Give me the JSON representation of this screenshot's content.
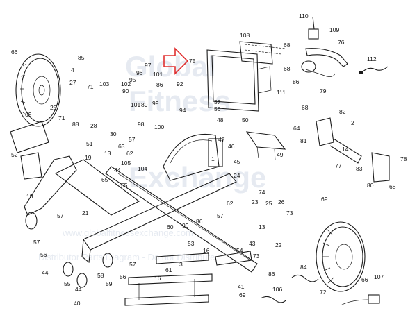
{
  "watermark": {
    "line1": "Global",
    "line2": "Fitness",
    "line3": "Exchange",
    "line4": "www.globalfitnessexchange.com",
    "line5": "Distributor Parts Diagram - Do not Distribute"
  },
  "callout": {
    "number": "75",
    "arrow_color": "#e03030"
  },
  "labels": [
    {
      "id": "66a",
      "text": "66"
    },
    {
      "id": "85",
      "text": "85"
    },
    {
      "id": "4a",
      "text": "4"
    },
    {
      "id": "97",
      "text": "97"
    },
    {
      "id": "96",
      "text": "96"
    },
    {
      "id": "95",
      "text": "95"
    },
    {
      "id": "101a",
      "text": "101"
    },
    {
      "id": "103",
      "text": "103"
    },
    {
      "id": "102",
      "text": "102"
    },
    {
      "id": "90",
      "text": "90"
    },
    {
      "id": "71a",
      "text": "71"
    },
    {
      "id": "27",
      "text": "27"
    },
    {
      "id": "25a",
      "text": "25"
    },
    {
      "id": "86a",
      "text": "86"
    },
    {
      "id": "92",
      "text": "92"
    },
    {
      "id": "94",
      "text": "94"
    },
    {
      "id": "101b",
      "text": "101"
    },
    {
      "id": "89",
      "text": "89"
    },
    {
      "id": "99a",
      "text": "99"
    },
    {
      "id": "98",
      "text": "98"
    },
    {
      "id": "100",
      "text": "100"
    },
    {
      "id": "69a",
      "text": "69"
    },
    {
      "id": "71b",
      "text": "71"
    },
    {
      "id": "88",
      "text": "88"
    },
    {
      "id": "28",
      "text": "28"
    },
    {
      "id": "30",
      "text": "30"
    },
    {
      "id": "57a",
      "text": "57"
    },
    {
      "id": "63",
      "text": "63"
    },
    {
      "id": "62a",
      "text": "62"
    },
    {
      "id": "52",
      "text": "52"
    },
    {
      "id": "51",
      "text": "51"
    },
    {
      "id": "108",
      "text": "108"
    },
    {
      "id": "68a",
      "text": "68"
    },
    {
      "id": "68b",
      "text": "68"
    },
    {
      "id": "111",
      "text": "111"
    },
    {
      "id": "57b",
      "text": "57"
    },
    {
      "id": "56a",
      "text": "56"
    },
    {
      "id": "48",
      "text": "48"
    },
    {
      "id": "50",
      "text": "50"
    },
    {
      "id": "47",
      "text": "47"
    },
    {
      "id": "46",
      "text": "46"
    },
    {
      "id": "45",
      "text": "45"
    },
    {
      "id": "64",
      "text": "64"
    },
    {
      "id": "49",
      "text": "49"
    },
    {
      "id": "110",
      "text": "110"
    },
    {
      "id": "109",
      "text": "109"
    },
    {
      "id": "76",
      "text": "76"
    },
    {
      "id": "112",
      "text": "112"
    },
    {
      "id": "86b",
      "text": "86"
    },
    {
      "id": "79",
      "text": "79"
    },
    {
      "id": "68c",
      "text": "68"
    },
    {
      "id": "82",
      "text": "82"
    },
    {
      "id": "2",
      "text": "2"
    },
    {
      "id": "81",
      "text": "81"
    },
    {
      "id": "77",
      "text": "77"
    },
    {
      "id": "83",
      "text": "83"
    },
    {
      "id": "78",
      "text": "78"
    },
    {
      "id": "14",
      "text": "14"
    },
    {
      "id": "80",
      "text": "80"
    },
    {
      "id": "68d",
      "text": "68"
    },
    {
      "id": "13a",
      "text": "13"
    },
    {
      "id": "19",
      "text": "19"
    },
    {
      "id": "105",
      "text": "105"
    },
    {
      "id": "104",
      "text": "104"
    },
    {
      "id": "65",
      "text": "65"
    },
    {
      "id": "55a",
      "text": "55"
    },
    {
      "id": "44a",
      "text": "44"
    },
    {
      "id": "18",
      "text": "18"
    },
    {
      "id": "21",
      "text": "21"
    },
    {
      "id": "57c",
      "text": "57"
    },
    {
      "id": "60",
      "text": "60"
    },
    {
      "id": "99b",
      "text": "99"
    },
    {
      "id": "86c",
      "text": "86"
    },
    {
      "id": "53",
      "text": "53"
    },
    {
      "id": "57d",
      "text": "57"
    },
    {
      "id": "62b",
      "text": "62"
    },
    {
      "id": "24",
      "text": "24"
    },
    {
      "id": "74",
      "text": "74"
    },
    {
      "id": "23",
      "text": "23"
    },
    {
      "id": "25b",
      "text": "25"
    },
    {
      "id": "26",
      "text": "26"
    },
    {
      "id": "73a",
      "text": "73"
    },
    {
      "id": "13b",
      "text": "13"
    },
    {
      "id": "1",
      "text": "1"
    },
    {
      "id": "22",
      "text": "22"
    },
    {
      "id": "54",
      "text": "54"
    },
    {
      "id": "72",
      "text": "72"
    },
    {
      "id": "69b",
      "text": "69"
    },
    {
      "id": "16",
      "text": "16"
    },
    {
      "id": "61",
      "text": "61"
    },
    {
      "id": "3",
      "text": "3"
    },
    {
      "id": "43",
      "text": "43"
    },
    {
      "id": "73b",
      "text": "73"
    },
    {
      "id": "41",
      "text": "41"
    },
    {
      "id": "86d",
      "text": "86"
    },
    {
      "id": "69c",
      "text": "69"
    },
    {
      "id": "84",
      "text": "84"
    },
    {
      "id": "106",
      "text": "106"
    },
    {
      "id": "66b",
      "text": "66"
    },
    {
      "id": "107",
      "text": "107"
    },
    {
      "id": "57e",
      "text": "57"
    },
    {
      "id": "56b",
      "text": "56"
    },
    {
      "id": "44b",
      "text": "44"
    },
    {
      "id": "55b",
      "text": "55"
    },
    {
      "id": "58",
      "text": "58"
    },
    {
      "id": "59",
      "text": "59"
    },
    {
      "id": "56c",
      "text": "56"
    },
    {
      "id": "57f",
      "text": "57"
    },
    {
      "id": "44c",
      "text": "44"
    },
    {
      "id": "40",
      "text": "40"
    },
    {
      "id": "16b",
      "text": "16"
    }
  ]
}
